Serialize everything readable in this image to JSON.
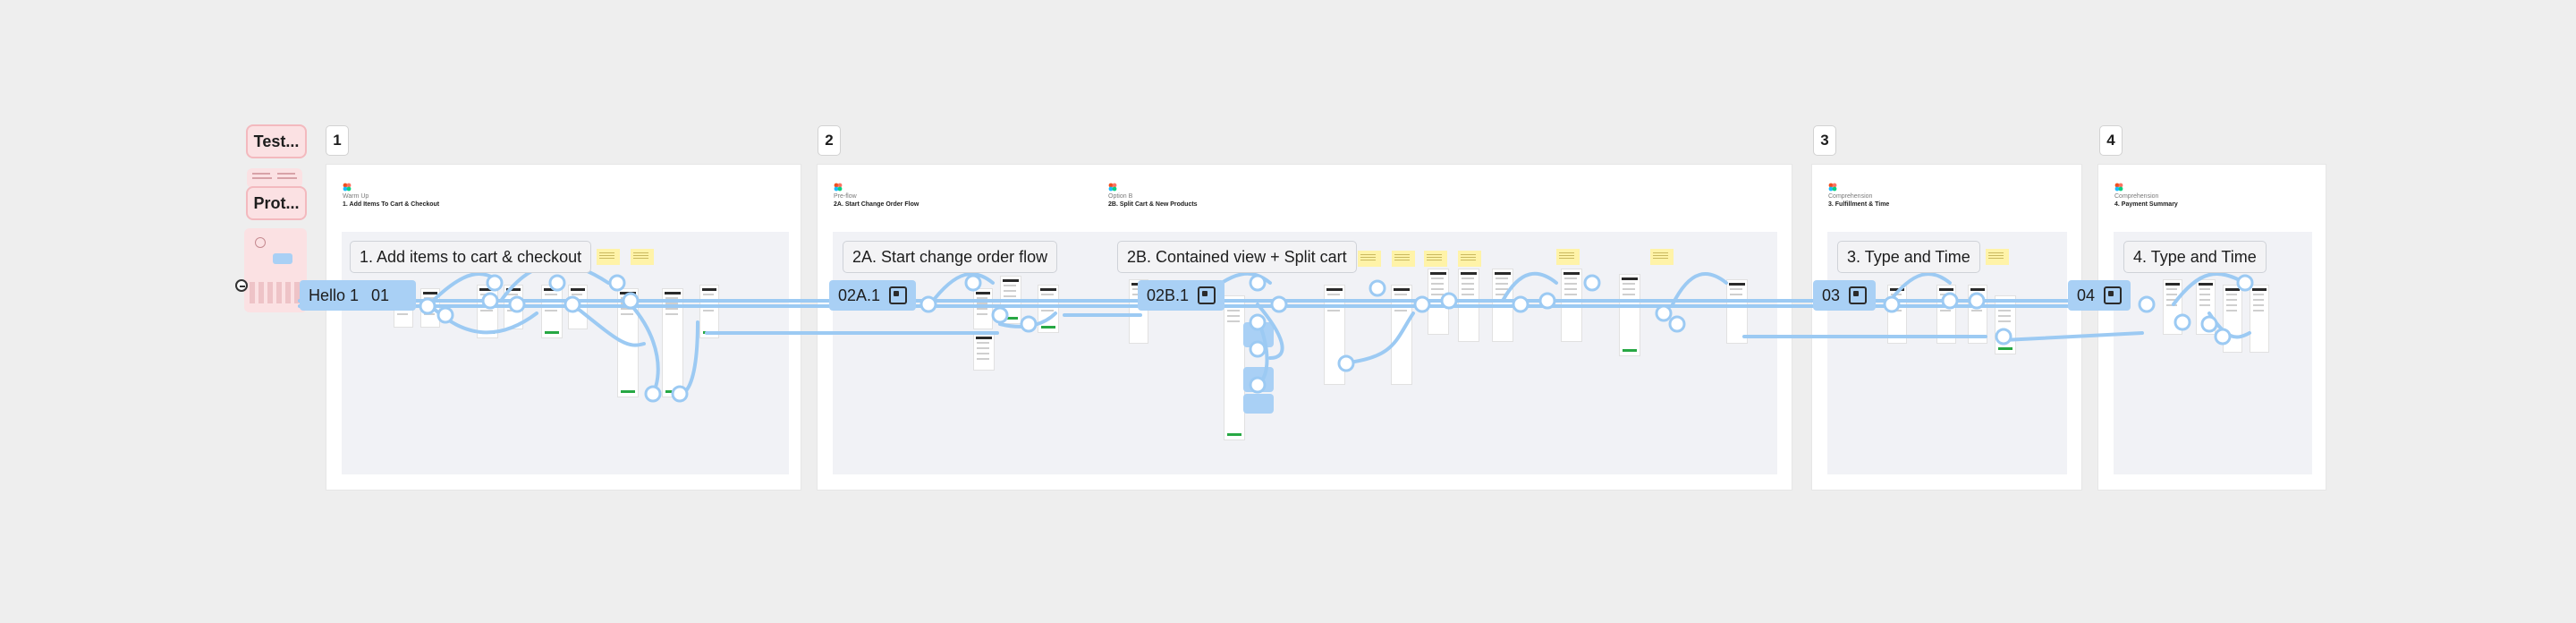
{
  "left_stack": {
    "test_label": "Test...",
    "proto_label": "Prot..."
  },
  "sections": [
    {
      "number": "1",
      "caption": "Warm Up",
      "subtitle": "1. Add Items To Cart & Checkout"
    },
    {
      "number": "2",
      "caption": "Pre-flow",
      "subtitle": "2A. Start Change Order Flow",
      "caption_b": "Option B",
      "subtitle_b": "2B. Split Cart & New Products"
    },
    {
      "number": "3",
      "caption": "Comprehension",
      "subtitle": "3. Fulfillment & Time"
    },
    {
      "number": "4",
      "caption": "Comprehension",
      "subtitle": "4. Payment Summary"
    }
  ],
  "frames": [
    {
      "title": "1. Add items to cart & checkout"
    },
    {
      "title": "2A. Start change order flow"
    },
    {
      "title": "2B. Contained view + Split cart"
    },
    {
      "title": "3. Type and Time"
    },
    {
      "title": "4. Type and Time"
    }
  ],
  "flow_tags": [
    {
      "label": "Hello 1",
      "extra": "01"
    },
    {
      "label": "02A.1"
    },
    {
      "label": "02B.1"
    },
    {
      "label": "03"
    },
    {
      "label": "04"
    }
  ],
  "colors": {
    "flow_blue": "#a9d0f5",
    "connector_blue": "#9ccaf3",
    "test_pink": "#fbe1e3",
    "frame_gray": "#f1f2f6"
  }
}
